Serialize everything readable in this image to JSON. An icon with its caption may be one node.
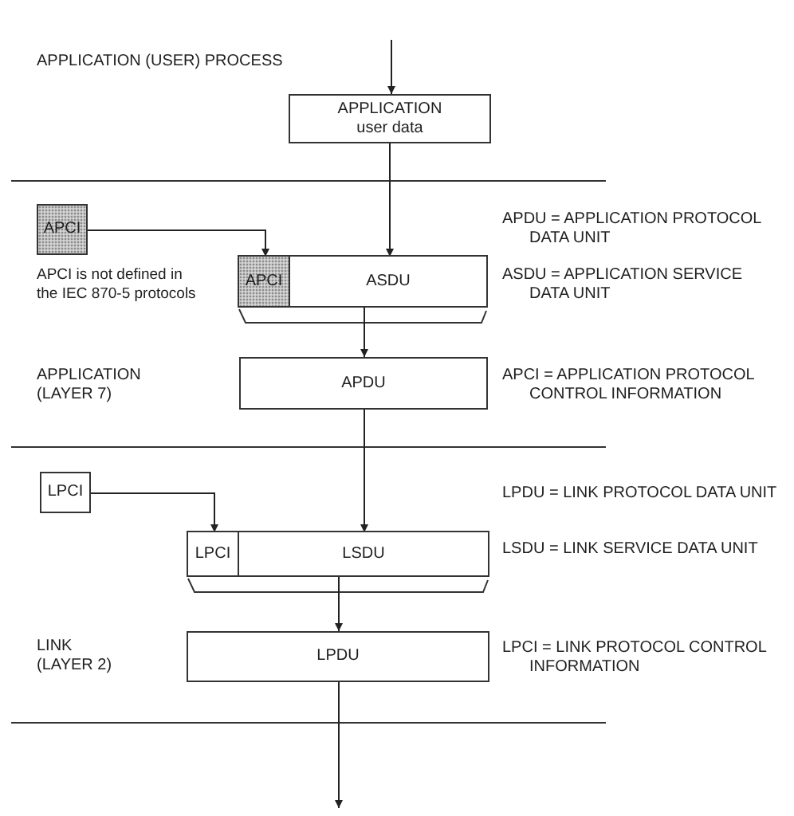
{
  "diagram": {
    "nodes": [
      {
        "text": [
          "APPLICATION",
          "user data"
        ]
      },
      {
        "text": [
          "APCI"
        ],
        "beside": [
          "APCI is not defined in the IEC 870-5 protocols"
        ]
      },
      {
        "text": [],
        "shape": "box"
      },
      {
        "text": [
          "APCI"
        ],
        "in": 2
      },
      {
        "text": [
          "ASDU"
        ],
        "in": 2
      },
      {
        "text": [
          "APDU"
        ]
      },
      {
        "text": [
          "LPCI"
        ]
      },
      {
        "text": [],
        "shape": "box"
      },
      {
        "text": [
          "LPCI"
        ],
        "in": 7
      },
      {
        "text": [
          "LSDU"
        ],
        "in": 7
      },
      {
        "text": [
          "LPDU"
        ]
      }
    ],
    "edges": [
      {
        "from": null,
        "to": 0,
        "arrow": "to"
      },
      {
        "from": 0,
        "to": 4,
        "arrow": "to"
      },
      {
        "from": 1,
        "to": 3,
        "arrow": "to"
      },
      {
        "from": 2,
        "to": 5,
        "arrow": "to"
      },
      {
        "from": 5,
        "to": 9,
        "arrow": "to"
      },
      {
        "from": 6,
        "to": 8,
        "arrow": "to"
      },
      {
        "from": 7,
        "to": 10,
        "arrow": "to"
      },
      {
        "from": 10,
        "to": null,
        "arrow": "to"
      }
    ],
    "labels": [
      "APPLICATION (USER) PROCESS",
      "APDU = APPLICATION PROTOCOL DATA UNIT",
      "ASDU = APPLICATION SERVICE DATA UNIT",
      "APPLICATION (LAYER 7)",
      "APCI = APPLICATION PROTOCOL CONTROL INFORMATION",
      "LPDU = LINK PROTOCOL DATA UNIT",
      "LSDU = LINK SERVICE DATA UNIT",
      "LINK (LAYER 2)",
      "LPCI = LINK PROTOCOL CONTROL INFORMATION"
    ]
  }
}
